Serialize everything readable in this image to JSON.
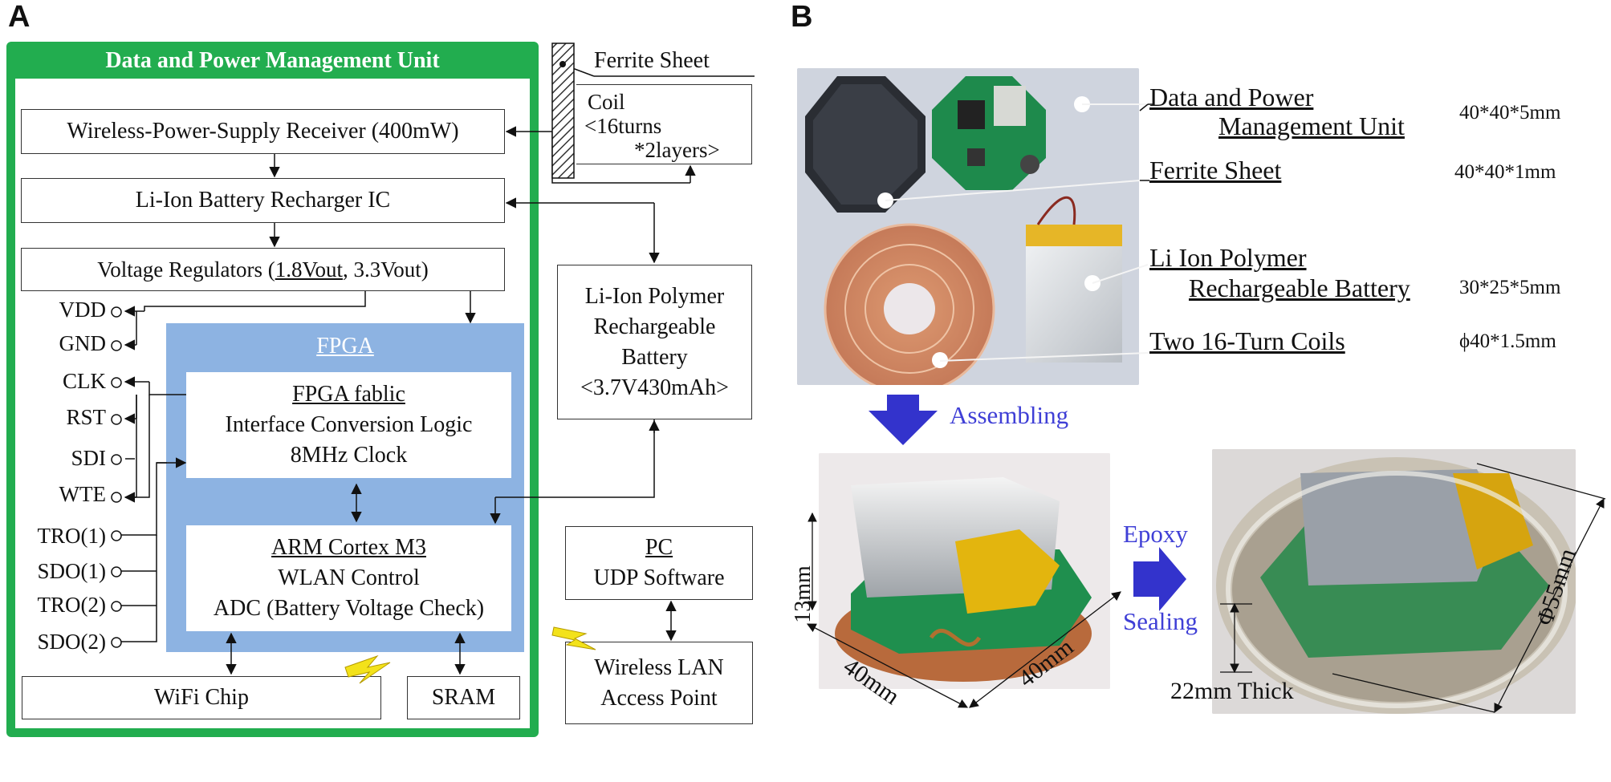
{
  "panels": {
    "a": "A",
    "b": "B"
  },
  "unit_title": "Data and Power Management Unit",
  "blocks": {
    "receiver": "Wireless-Power-Supply Receiver  (400mW)",
    "recharger": "Li-Ion Battery Recharger IC",
    "regulators_pre": "Voltage Regulators (",
    "regulators_u": "1.8Vout",
    "regulators_post": ", 3.3Vout)",
    "wifi": "WiFi Chip",
    "sram": "SRAM"
  },
  "fpga": {
    "title": "FPGA",
    "fabric_title": "FPGA fablic",
    "fabric_line1": "Interface Conversion Logic",
    "fabric_line2": "8MHz Clock",
    "arm_title": "ARM Cortex M3",
    "arm_line1": "WLAN Control",
    "arm_line2": "ADC (Battery Voltage Check)"
  },
  "pins": [
    "VDD",
    "GND",
    "CLK",
    "RST",
    "SDI",
    "WTE",
    "TRO(1)",
    "SDO(1)",
    "TRO(2)",
    "SDO(2)"
  ],
  "ferrite": {
    "label": "Ferrite Sheet"
  },
  "coil": {
    "line1": "Coil",
    "line2": "<16turns",
    "line3": "*2layers>"
  },
  "battery": {
    "line1": "Li-Ion Polymer",
    "line2": "Rechargeable",
    "line3": "Battery",
    "line4": "<3.7V430mAh>"
  },
  "pc": {
    "title": "PC",
    "line1": "UDP Software"
  },
  "ap": {
    "line1": "Wireless LAN",
    "line2": "Access Point"
  },
  "photo_labels": {
    "dpmu_line1": "Data and Power",
    "dpmu_line2": "Management Unit",
    "dpmu_dim": "40*40*5mm",
    "ferrite": "Ferrite Sheet",
    "ferrite_dim": "40*40*1mm",
    "battery_line1": "Li Ion Polymer",
    "battery_line2": "Rechargeable  Battery",
    "battery_dim": "30*25*5mm",
    "coils": "Two 16-Turn Coils",
    "coils_dim": "ϕ40*1.5mm"
  },
  "steps": {
    "assembling": "Assembling",
    "epoxy": "Epoxy",
    "sealing": "Sealing"
  },
  "dims": {
    "h13": "13mm",
    "w40a": "40mm",
    "w40b": "40mm",
    "d55": "Φ55mm",
    "thick": "22mm Thick"
  },
  "colors": {
    "green": "#22ad4f",
    "fpga_blue": "#8db3e2",
    "arrow_blue": "#3333cc",
    "bolt": "#f3e21a"
  }
}
